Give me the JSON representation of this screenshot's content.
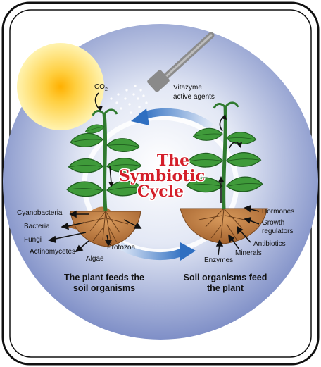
{
  "title": {
    "line1": "The",
    "line2": "Symbiotic",
    "line3": "Cycle"
  },
  "sun": {
    "label": "CO2",
    "label_main": "CO",
    "label_sub": "2"
  },
  "sprayer": {
    "line1": "Vitazyme",
    "line2": "active agents"
  },
  "left_organisms": [
    "Cyanobacteria",
    "Bacteria",
    "Fungi",
    "Actinomycetes",
    "Algae",
    "Protozoa"
  ],
  "right_factors": {
    "hormones": "Hormones",
    "growth1": "Growth",
    "growth2": "regulators",
    "antibiotics": "Antibiotics",
    "minerals": "Minerals",
    "enzymes": "Enzymes"
  },
  "captions": {
    "left_line1": "The plant feeds the",
    "left_line2": "soil organisms",
    "right_line1": "Soil organisms feed",
    "right_line2": "the plant"
  },
  "colors": {
    "title": "#d41e2a",
    "leaf": "#3f9a3a",
    "sun": "#ffc93a",
    "soil": "#c4834a",
    "arrow": "#2f6fc1"
  }
}
